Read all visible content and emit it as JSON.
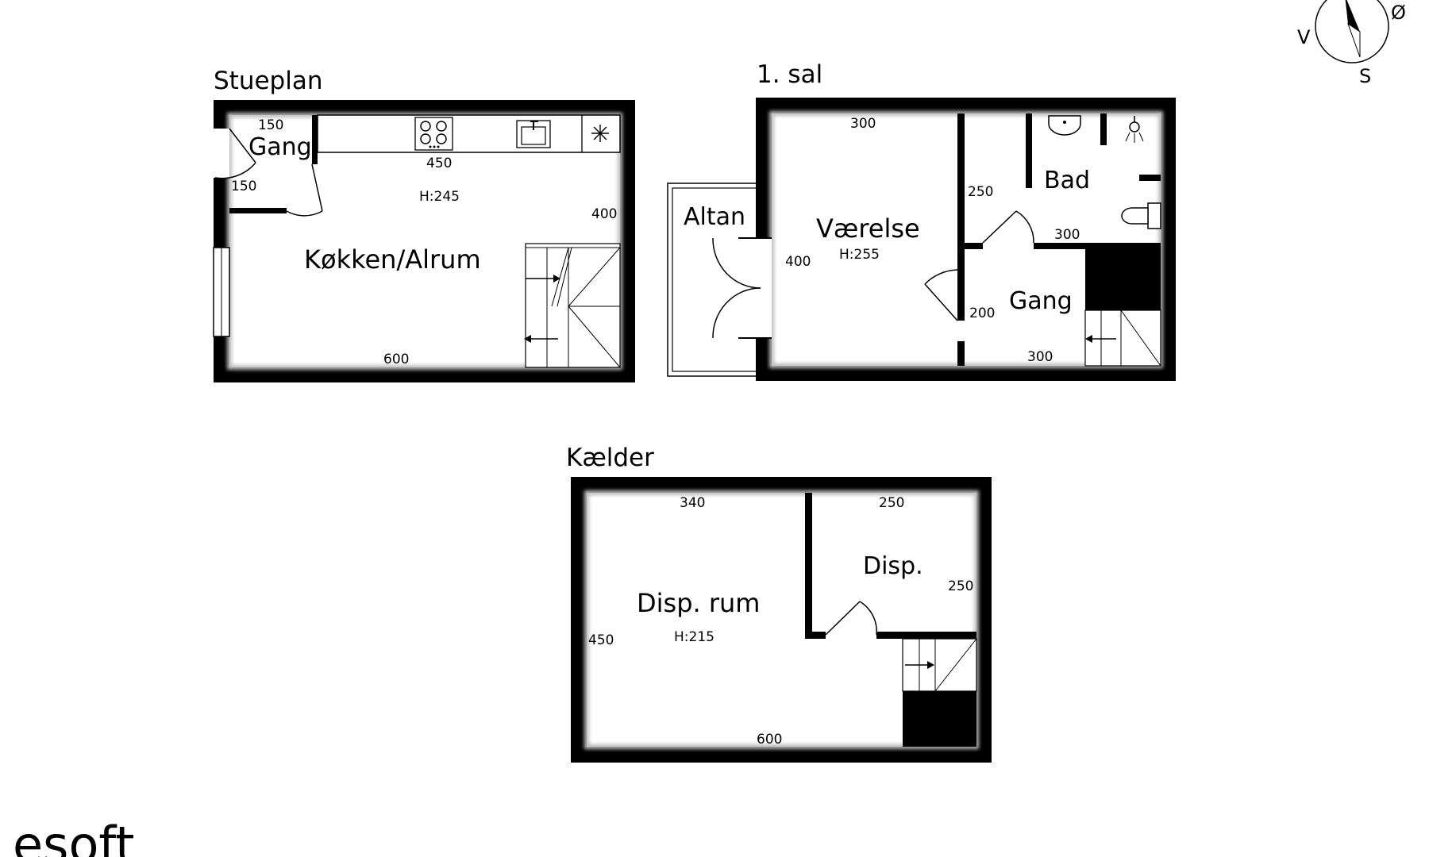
{
  "floors": {
    "ground": {
      "title": "Stueplan",
      "rooms": {
        "gang": "Gang",
        "kitchen": "Køkken/Alrum"
      },
      "height": "H:245",
      "dims": {
        "gang_width": "150",
        "gang_height": "150",
        "kitchen_width": "450",
        "kitchen_depth": "400",
        "total_width": "600"
      }
    },
    "first": {
      "title": "1. sal",
      "rooms": {
        "altan": "Altan",
        "vaerelse": "Værelse",
        "bad": "Bad",
        "gang": "Gang"
      },
      "height": "H:255",
      "dims": {
        "vaerelse_width": "300",
        "vaerelse_depth": "400",
        "bad_depth": "250",
        "bad_width": "300",
        "gang_depth": "200",
        "gang_width": "300"
      }
    },
    "basement": {
      "title": "Kælder",
      "rooms": {
        "disp_rum": "Disp. rum",
        "disp": "Disp."
      },
      "height": "H:215",
      "dims": {
        "disp_rum_width": "340",
        "disp_width": "250",
        "disp_depth": "250",
        "disp_rum_depth": "450",
        "total_width": "600"
      }
    }
  },
  "compass": {
    "west": "V",
    "east": "Ø",
    "south": "S"
  },
  "logo": {
    "text": "esoft"
  },
  "icons": [
    "stove-icon",
    "sink-icon",
    "fridge-icon",
    "washbasin-icon",
    "shower-icon",
    "toilet-icon",
    "stair-arrow-icon",
    "compass-needle-icon"
  ]
}
